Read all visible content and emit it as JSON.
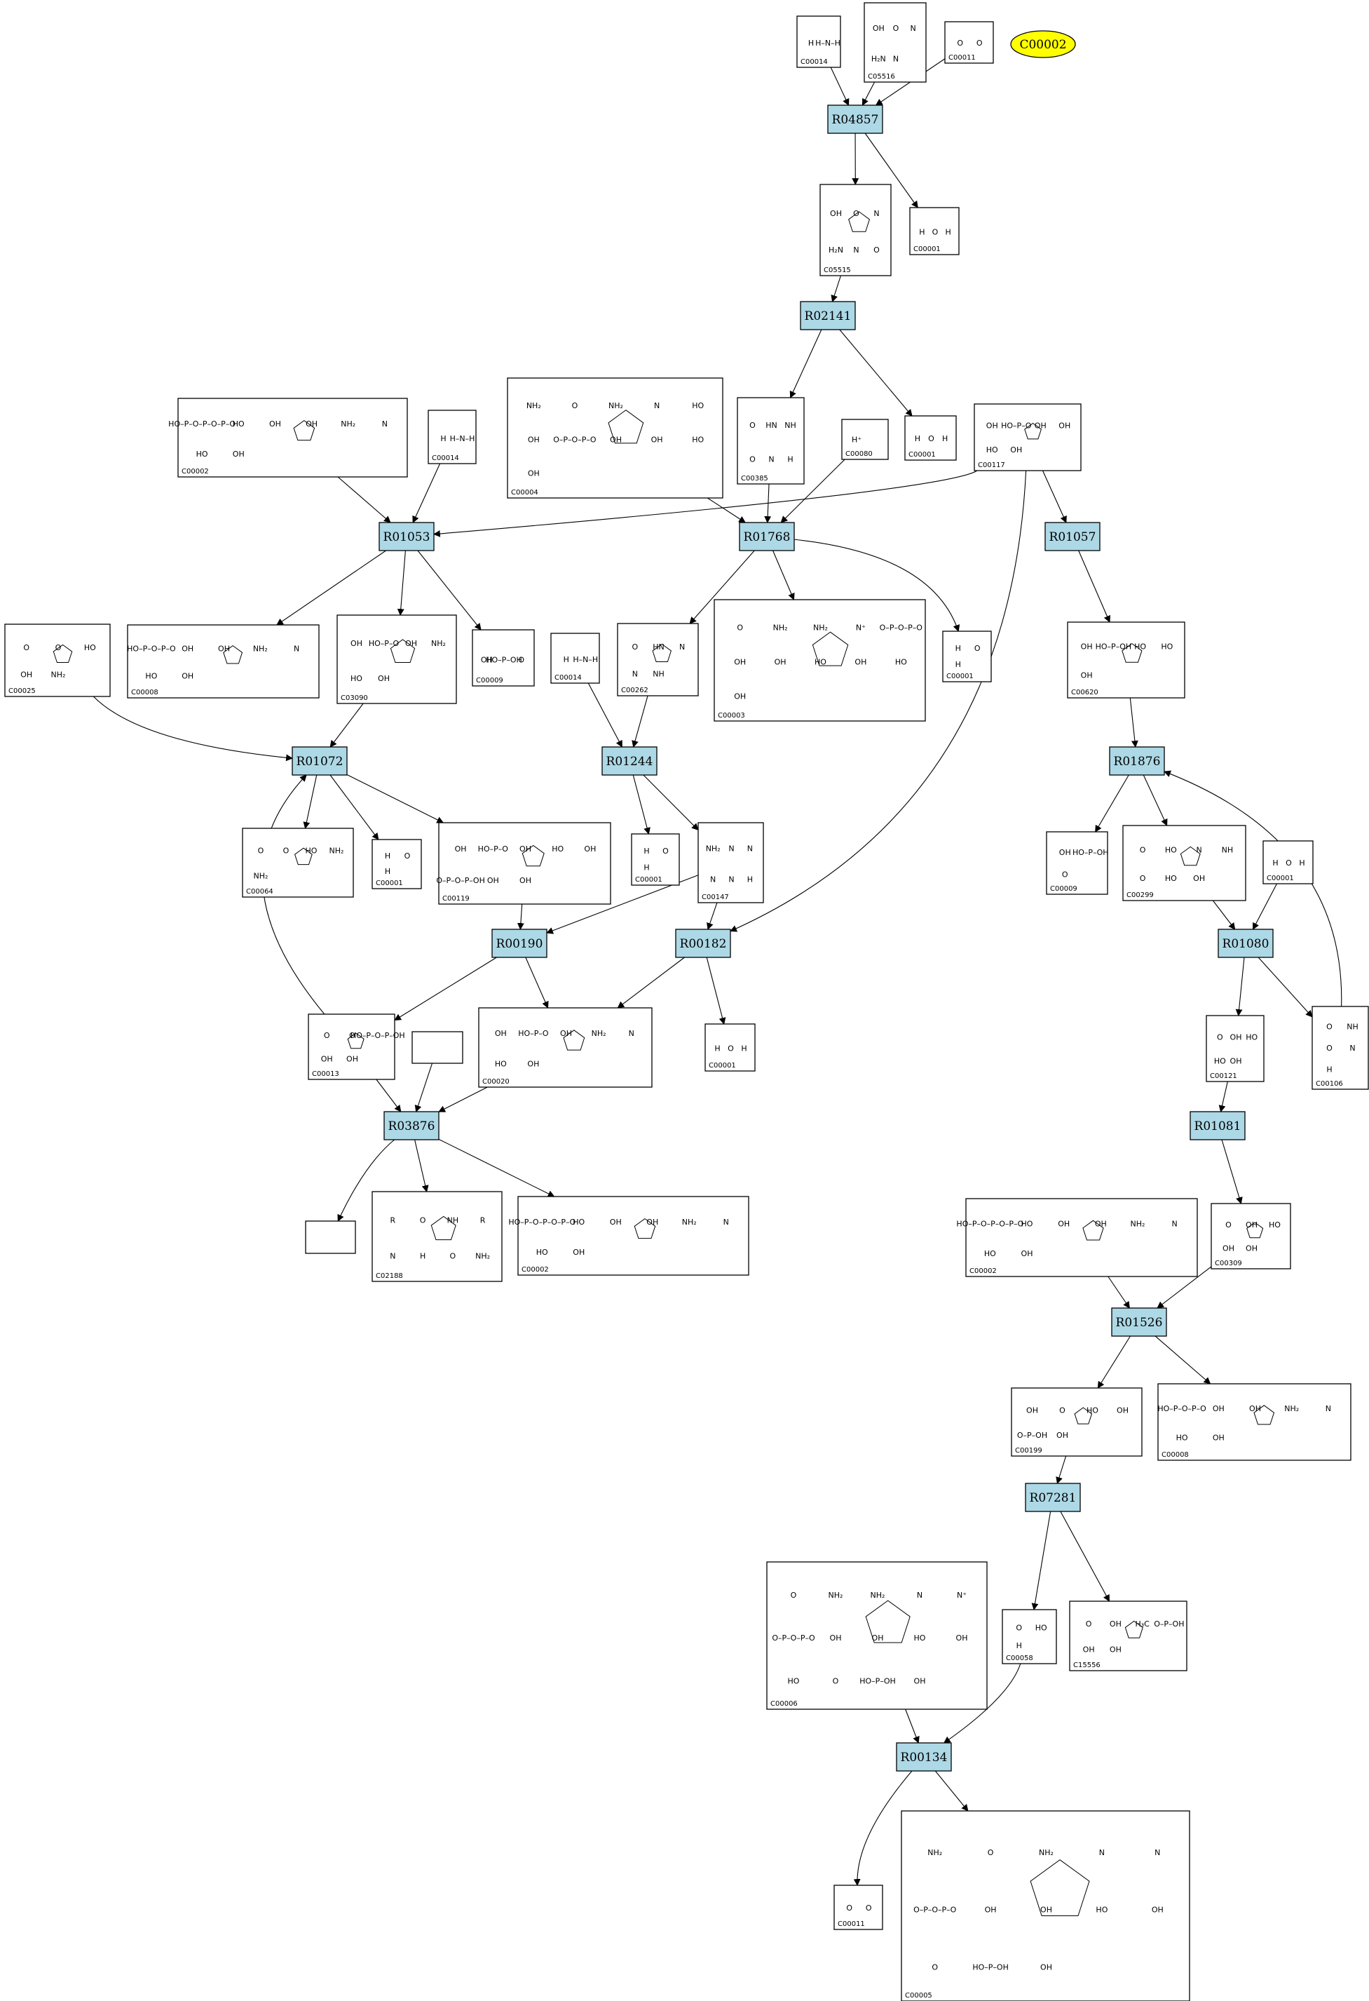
{
  "legend": {
    "highlight": "C00002"
  },
  "colors": {
    "reaction_fill": "#add8e6",
    "highlight_fill": "#ffff00",
    "line": "#000000"
  },
  "reactions": [
    {
      "id": "R04857",
      "label": "R04857"
    },
    {
      "id": "R02141",
      "label": "R02141"
    },
    {
      "id": "R01053",
      "label": "R01053"
    },
    {
      "id": "R01768",
      "label": "R01768"
    },
    {
      "id": "R01057",
      "label": "R01057"
    },
    {
      "id": "R01072",
      "label": "R01072"
    },
    {
      "id": "R01244",
      "label": "R01244"
    },
    {
      "id": "R01876",
      "label": "R01876"
    },
    {
      "id": "R00190",
      "label": "R00190"
    },
    {
      "id": "R00182",
      "label": "R00182"
    },
    {
      "id": "R01080",
      "label": "R01080"
    },
    {
      "id": "R03876",
      "label": "R03876"
    },
    {
      "id": "R01081",
      "label": "R01081"
    },
    {
      "id": "R01526",
      "label": "R01526"
    },
    {
      "id": "R07281",
      "label": "R07281"
    },
    {
      "id": "R00134",
      "label": "R00134"
    }
  ],
  "compounds": [
    {
      "key": "c00014_a",
      "label": "C00014",
      "atoms": [
        "H",
        "H–N–H"
      ]
    },
    {
      "key": "c05516",
      "label": "C05516",
      "atoms": [
        "OH",
        "O",
        "N",
        "H₂N",
        "N"
      ]
    },
    {
      "key": "c00011_a",
      "label": "C00011",
      "atoms": [
        "O",
        "O"
      ]
    },
    {
      "key": "c05515",
      "label": "C05515",
      "atoms": [
        "OH",
        "O",
        "N",
        "H₂N",
        "N",
        "O"
      ]
    },
    {
      "key": "c00001_a",
      "label": "C00001",
      "atoms": [
        "H",
        "O",
        "H"
      ]
    },
    {
      "key": "c00002_a",
      "label": "C00002",
      "atoms": [
        "HO–P–O–P–O–P–O",
        "HO",
        "OH",
        "OH",
        "NH₂",
        "N",
        "HO",
        "OH"
      ]
    },
    {
      "key": "c00014_b",
      "label": "C00014",
      "atoms": [
        "H",
        "H–N–H"
      ]
    },
    {
      "key": "c00004",
      "label": "C00004",
      "atoms": [
        "NH₂",
        "O",
        "NH₂",
        "N",
        "HO",
        "OH",
        "O–P–O–P–O",
        "OH",
        "OH",
        "HO",
        "OH"
      ]
    },
    {
      "key": "c00385",
      "label": "C00385",
      "atoms": [
        "O",
        "HN",
        "NH",
        "O",
        "N",
        "H"
      ]
    },
    {
      "key": "c00080",
      "label": "C00080",
      "atoms": [
        "H⁺"
      ]
    },
    {
      "key": "c00001_b",
      "label": "C00001",
      "atoms": [
        "H",
        "O",
        "H"
      ]
    },
    {
      "key": "c00117",
      "label": "C00117",
      "atoms": [
        "OH",
        "HO–P–O",
        "OH",
        "OH",
        "HO",
        "OH"
      ]
    },
    {
      "key": "c00025",
      "label": "C00025",
      "atoms": [
        "O",
        "O",
        "HO",
        "OH",
        "NH₂"
      ]
    },
    {
      "key": "c00008",
      "label": "C00008",
      "atoms": [
        "HO–P–O–P–O",
        "OH",
        "OH",
        "NH₂",
        "N",
        "HO",
        "OH"
      ]
    },
    {
      "key": "c03090",
      "label": "C03090",
      "atoms": [
        "OH",
        "HO–P–O",
        "OH",
        "NH₂",
        "HO",
        "OH"
      ]
    },
    {
      "key": "c00009_a",
      "label": "C00009",
      "atoms": [
        "OH",
        "HO–P–OH",
        "O"
      ]
    },
    {
      "key": "c00014_c",
      "label": "C00014",
      "atoms": [
        "H",
        "H–N–H"
      ]
    },
    {
      "key": "c00262",
      "label": "C00262",
      "atoms": [
        "O",
        "HN",
        "N",
        "N",
        "NH"
      ]
    },
    {
      "key": "c00003_a",
      "label": "C00003",
      "atoms": [
        "O",
        "NH₂",
        "NH₂",
        "N⁺",
        "O–P–O–P–O",
        "OH",
        "OH",
        "HO",
        "OH",
        "HO",
        "OH"
      ]
    },
    {
      "key": "c00001_c",
      "label": "C00001",
      "atoms": [
        "H",
        "O",
        "H"
      ]
    },
    {
      "key": "c00620",
      "label": "C00620",
      "atoms": [
        "OH",
        "HO–P–OH",
        "HO",
        "HO",
        "OH"
      ]
    },
    {
      "key": "c00064",
      "label": "C00064",
      "atoms": [
        "O",
        "O",
        "HO",
        "NH₂",
        "NH₂"
      ]
    },
    {
      "key": "c00001_d",
      "label": "C00001",
      "atoms": [
        "H",
        "O",
        "H"
      ]
    },
    {
      "key": "c00119",
      "label": "C00119",
      "atoms": [
        "OH",
        "HO–P–O",
        "OH",
        "HO",
        "OH",
        "O–P–O–P–OH",
        "OH",
        "OH"
      ]
    },
    {
      "key": "c00001_e",
      "label": "C00001",
      "atoms": [
        "H",
        "O",
        "H"
      ]
    },
    {
      "key": "c00147",
      "label": "C00147",
      "atoms": [
        "NH₂",
        "N",
        "N",
        "N",
        "N",
        "H"
      ]
    },
    {
      "key": "c00009_b",
      "label": "C00009",
      "atoms": [
        "OH",
        "HO–P–OH",
        "O"
      ]
    },
    {
      "key": "c00299",
      "label": "C00299",
      "atoms": [
        "O",
        "HO",
        "N",
        "NH",
        "O",
        "HO",
        "OH"
      ]
    },
    {
      "key": "c00001_f",
      "label": "C00001",
      "atoms": [
        "H",
        "O",
        "H"
      ]
    },
    {
      "key": "c00013",
      "label": "C00013",
      "atoms": [
        "O",
        "O",
        "HO–P–O–P–OH",
        "OH",
        "OH"
      ]
    },
    {
      "key": "c00020",
      "label": "C00020",
      "atoms": [
        "OH",
        "HO–P–O",
        "OH",
        "NH₂",
        "N",
        "HO",
        "OH"
      ]
    },
    {
      "key": "c00001_g",
      "label": "C00001",
      "atoms": [
        "H",
        "O",
        "H"
      ]
    },
    {
      "key": "c00121",
      "label": "C00121",
      "atoms": [
        "O",
        "OH",
        "HO",
        "HO",
        "OH"
      ]
    },
    {
      "key": "c00106",
      "label": "C00106",
      "atoms": [
        "O",
        "NH",
        "O",
        "N",
        "H"
      ]
    },
    {
      "key": "c02188",
      "label": "C02188",
      "atoms": [
        "R",
        "O",
        "NH",
        "R",
        "N",
        "H",
        "O",
        "NH₂"
      ]
    },
    {
      "key": "c00002_b",
      "label": "C00002",
      "atoms": [
        "HO–P–O–P–O–P–O",
        "HO",
        "OH",
        "OH",
        "NH₂",
        "N",
        "HO",
        "OH"
      ]
    },
    {
      "key": "c00002_c",
      "label": "C00002",
      "atoms": [
        "HO–P–O–P–O–P–O",
        "HO",
        "OH",
        "OH",
        "NH₂",
        "N",
        "HO",
        "OH"
      ]
    },
    {
      "key": "c00309",
      "label": "C00309",
      "atoms": [
        "O",
        "OH",
        "HO",
        "OH",
        "OH"
      ]
    },
    {
      "key": "c00199",
      "label": "C00199",
      "atoms": [
        "OH",
        "O",
        "HO",
        "OH",
        "O–P–OH",
        "OH"
      ]
    },
    {
      "key": "c00008_b",
      "label": "C00008",
      "atoms": [
        "HO–P–O–P–O",
        "OH",
        "OH",
        "NH₂",
        "N",
        "HO",
        "OH"
      ]
    },
    {
      "key": "c00058",
      "label": "C00058",
      "atoms": [
        "O",
        "HO",
        "H"
      ]
    },
    {
      "key": "c15556",
      "label": "C15556",
      "atoms": [
        "O",
        "OH",
        "H₃C",
        "O–P–OH",
        "OH",
        "OH"
      ]
    },
    {
      "key": "c00006",
      "label": "C00006",
      "atoms": [
        "O",
        "NH₂",
        "NH₂",
        "N",
        "N⁺",
        "O–P–O–P–O",
        "OH",
        "OH",
        "HO",
        "OH",
        "HO",
        "O",
        "HO–P–OH",
        "OH"
      ]
    },
    {
      "key": "c00011_b",
      "label": "C00011",
      "atoms": [
        "O",
        "O"
      ]
    },
    {
      "key": "c00005",
      "label": "C00005",
      "atoms": [
        "NH₂",
        "O",
        "NH₂",
        "N",
        "N",
        "O–P–O–P–O",
        "OH",
        "OH",
        "HO",
        "OH",
        "O",
        "HO–P–OH",
        "OH"
      ]
    }
  ]
}
